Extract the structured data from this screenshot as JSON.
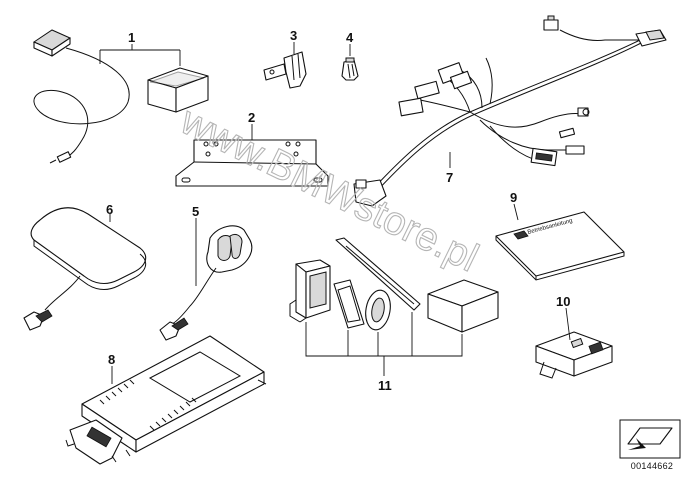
{
  "diagram": {
    "callouts": [
      {
        "id": "1",
        "label": "1"
      },
      {
        "id": "2",
        "label": "2"
      },
      {
        "id": "3",
        "label": "3"
      },
      {
        "id": "4",
        "label": "4"
      },
      {
        "id": "5",
        "label": "5"
      },
      {
        "id": "6",
        "label": "6"
      },
      {
        "id": "7",
        "label": "7"
      },
      {
        "id": "8",
        "label": "8"
      },
      {
        "id": "9",
        "label": "9"
      },
      {
        "id": "10",
        "label": "10"
      },
      {
        "id": "11",
        "label": "11"
      }
    ],
    "parts": [
      {
        "callout": "1",
        "icon": "antenna-with-cable-and-box-icon"
      },
      {
        "callout": "2",
        "icon": "mounting-bracket-icon"
      },
      {
        "callout": "3",
        "icon": "holder-clip-icon"
      },
      {
        "callout": "4",
        "icon": "plug-icon"
      },
      {
        "callout": "5",
        "icon": "small-antenna-icon"
      },
      {
        "callout": "6",
        "icon": "flat-antenna-icon"
      },
      {
        "callout": "7",
        "icon": "wiring-harness-icon"
      },
      {
        "callout": "8",
        "icon": "control-unit-icon"
      },
      {
        "callout": "9",
        "icon": "manual-icon"
      },
      {
        "callout": "10",
        "icon": "module-icon"
      },
      {
        "callout": "11",
        "icon": "small-parts-set-icon"
      }
    ],
    "manual_text": "Betriebsanleitung",
    "watermark": "www.BMWstore.pl",
    "document_number": "00144662",
    "corner_icon": "exploded-view-arrow-icon"
  }
}
